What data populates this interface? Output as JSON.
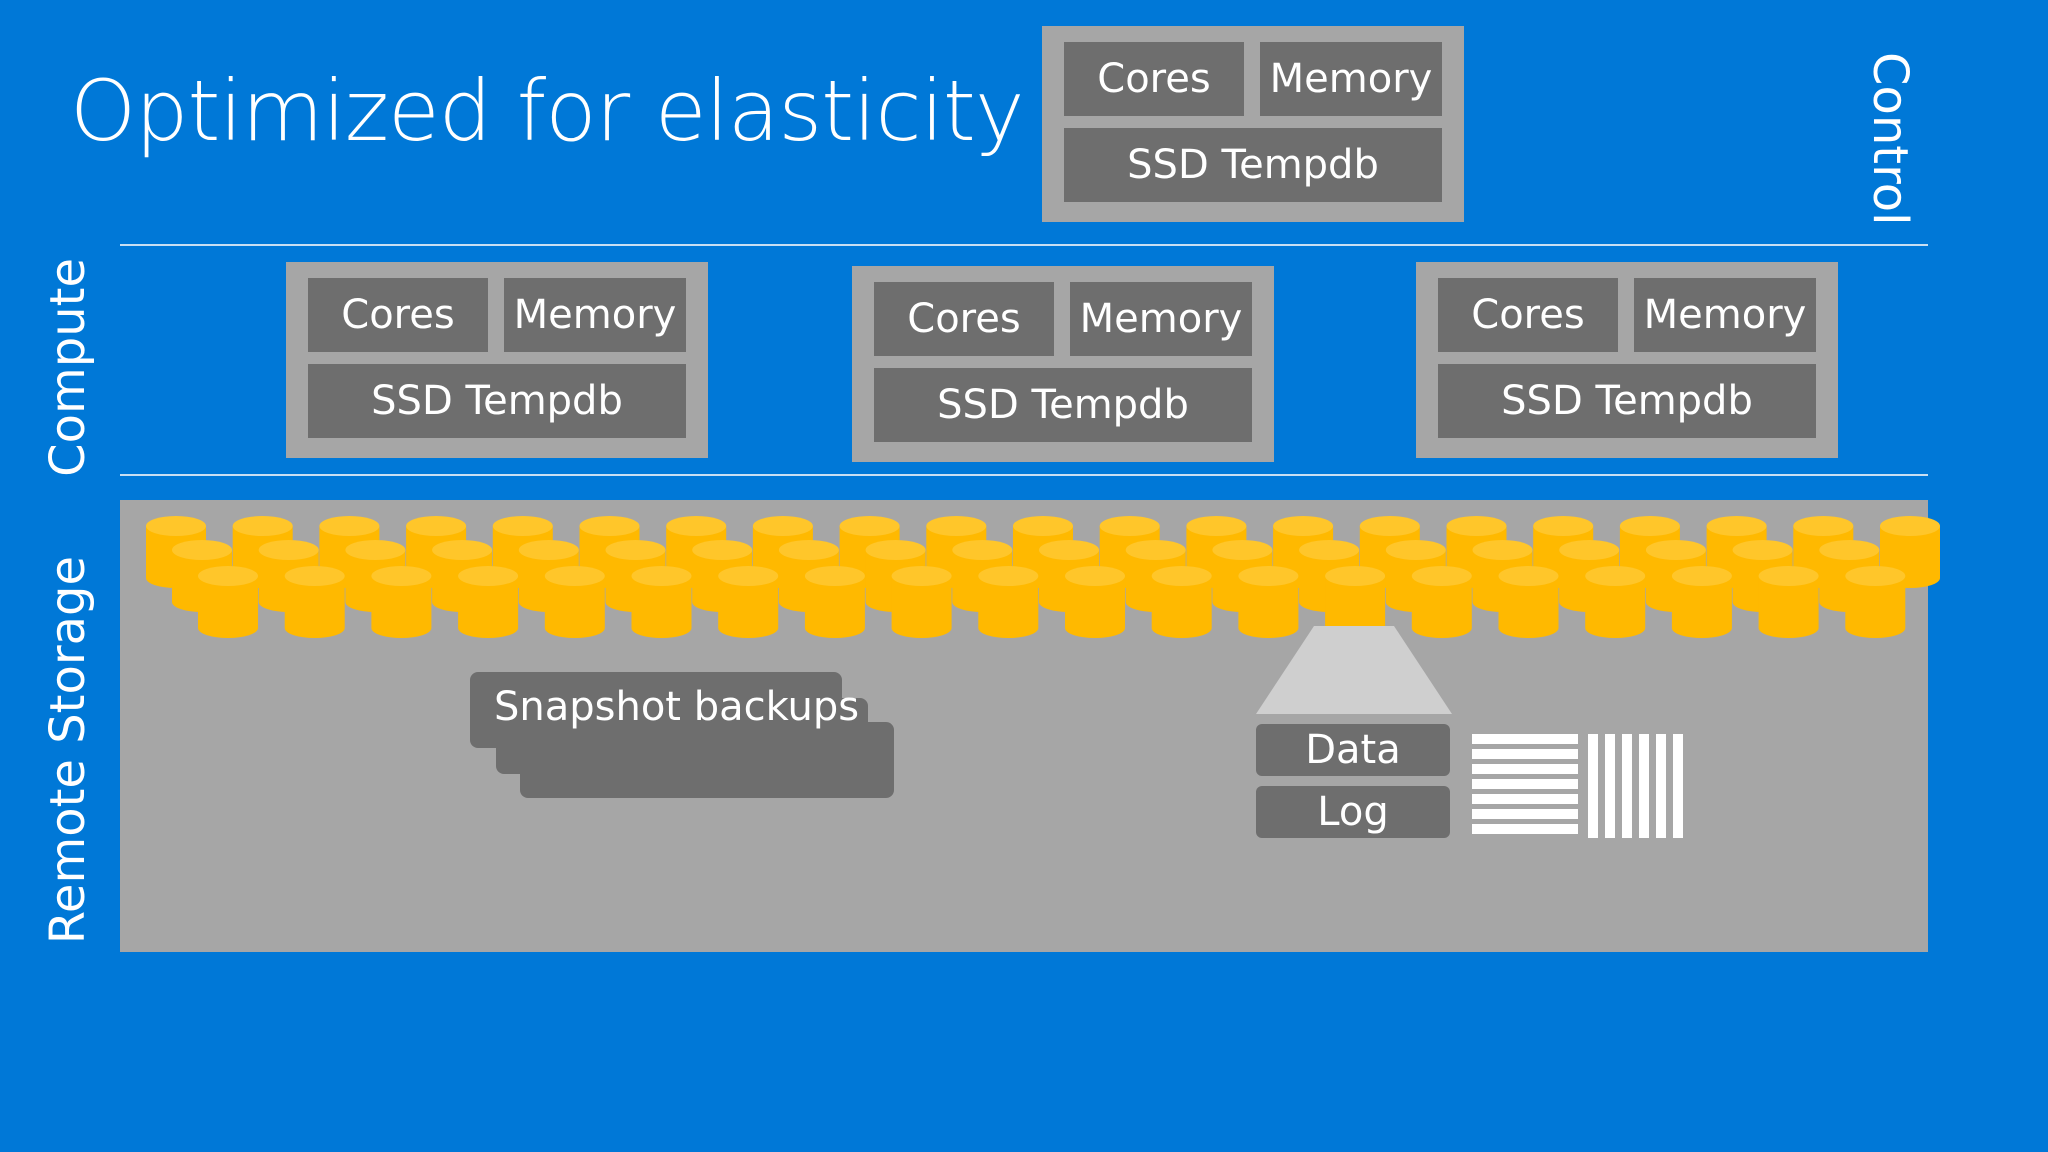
{
  "title": "Optimized for elasticity",
  "labels": {
    "control": "Control",
    "compute": "Compute",
    "remote_storage": "Remote Storage"
  },
  "servers": [
    {
      "cores": "Cores",
      "memory": "Memory",
      "ssd": "SSD Tempdb"
    },
    {
      "cores": "Cores",
      "memory": "Memory",
      "ssd": "SSD Tempdb"
    },
    {
      "cores": "Cores",
      "memory": "Memory",
      "ssd": "SSD Tempdb"
    },
    {
      "cores": "Cores",
      "memory": "Memory",
      "ssd": "SSD Tempdb"
    }
  ],
  "storage": {
    "snapshot_label": "Snapshot backups",
    "data_label": "Data",
    "log_label": "Log"
  },
  "colors": {
    "background": "#0078d7",
    "server_frame": "#a6a6a6",
    "server_cell": "#6e6e6e",
    "disk_fill": "#ffb900",
    "disk_top": "#ffc62a"
  },
  "icons": {
    "disk": "database-cylinder-icon",
    "funnel": "funnel-icon",
    "stripes": "log-stripes-icon"
  }
}
